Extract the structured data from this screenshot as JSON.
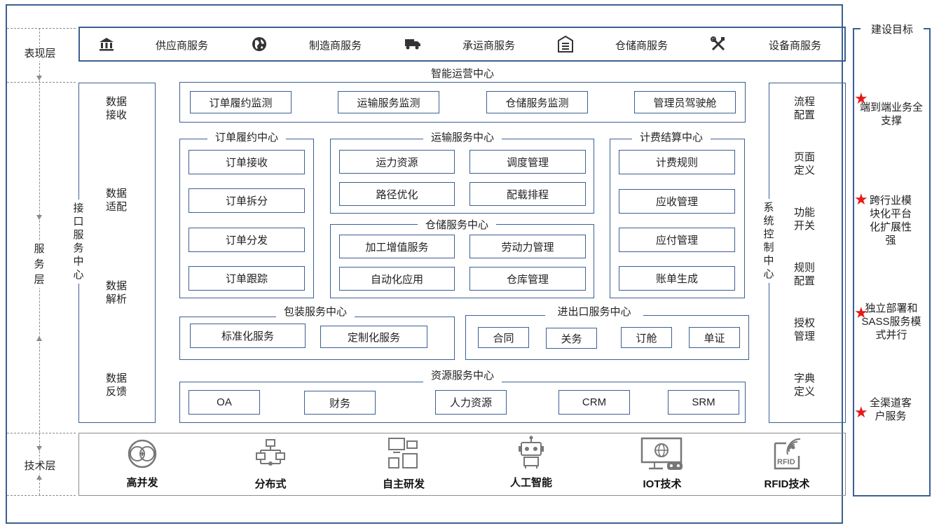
{
  "layers": {
    "presentation": "表现层",
    "service": "服务层",
    "technology": "技术层"
  },
  "presentation_items": [
    {
      "label": "供应商服务",
      "icon": "bank-icon"
    },
    {
      "label": "制造商服务",
      "icon": "globe-icon"
    },
    {
      "label": "承运商服务",
      "icon": "truck-icon"
    },
    {
      "label": "仓储商服务",
      "icon": "warehouse-icon"
    },
    {
      "label": "设备商服务",
      "icon": "tools-icon"
    }
  ],
  "interface_center": {
    "title": "接口服务中心",
    "items": [
      "数据接收",
      "数据适配",
      "数据解析",
      "数据反馈"
    ]
  },
  "system_center": {
    "title": "系统控制中心",
    "items": [
      "流程配置",
      "页面定义",
      "功能开关",
      "规则配置",
      "授权管理",
      "字典定义"
    ]
  },
  "ops_center": {
    "title": "智能运营中心",
    "items": [
      "订单履约监测",
      "运输服务监测",
      "仓储服务监测",
      "管理员驾驶舱"
    ]
  },
  "order_center": {
    "title": "订单履约中心",
    "items": [
      "订单接收",
      "订单拆分",
      "订单分发",
      "订单跟踪"
    ]
  },
  "transport_center": {
    "title": "运输服务中心",
    "items": [
      "运力资源",
      "调度管理",
      "路径优化",
      "配载排程"
    ]
  },
  "warehouse_center": {
    "title": "仓储服务中心",
    "items": [
      "加工增值服务",
      "劳动力管理",
      "自动化应用",
      "仓库管理"
    ]
  },
  "billing_center": {
    "title": "计费结算中心",
    "items": [
      "计费规则",
      "应收管理",
      "应付管理",
      "账单生成"
    ]
  },
  "package_center": {
    "title": "包装服务中心",
    "items": [
      "标准化服务",
      "定制化服务"
    ]
  },
  "trade_center": {
    "title": "进出口服务中心",
    "items": [
      "合同",
      "关务",
      "订舱",
      "单证"
    ]
  },
  "resource_center": {
    "title": "资源服务中心",
    "items": [
      "OA",
      "财务",
      "人力资源",
      "CRM",
      "SRM"
    ]
  },
  "tech_items": [
    {
      "label": "高并发",
      "icon": "concurrency-icon"
    },
    {
      "label": "分布式",
      "icon": "network-icon"
    },
    {
      "label": "自主研发",
      "icon": "devices-icon"
    },
    {
      "label": "人工智能",
      "icon": "robot-icon"
    },
    {
      "label": "IOT技术",
      "icon": "iot-monitor-icon"
    },
    {
      "label": "RFID技术",
      "icon": "rfid-icon"
    }
  ],
  "goals": {
    "title": "建设目标",
    "items": [
      "端到端业务全支撑",
      "跨行业模块化平台化扩展性强",
      "独立部署和SASS服务模式并行",
      "全渠道客户服务"
    ]
  },
  "colors": {
    "frame": "#3c5f93",
    "star": "#e31b1b"
  }
}
